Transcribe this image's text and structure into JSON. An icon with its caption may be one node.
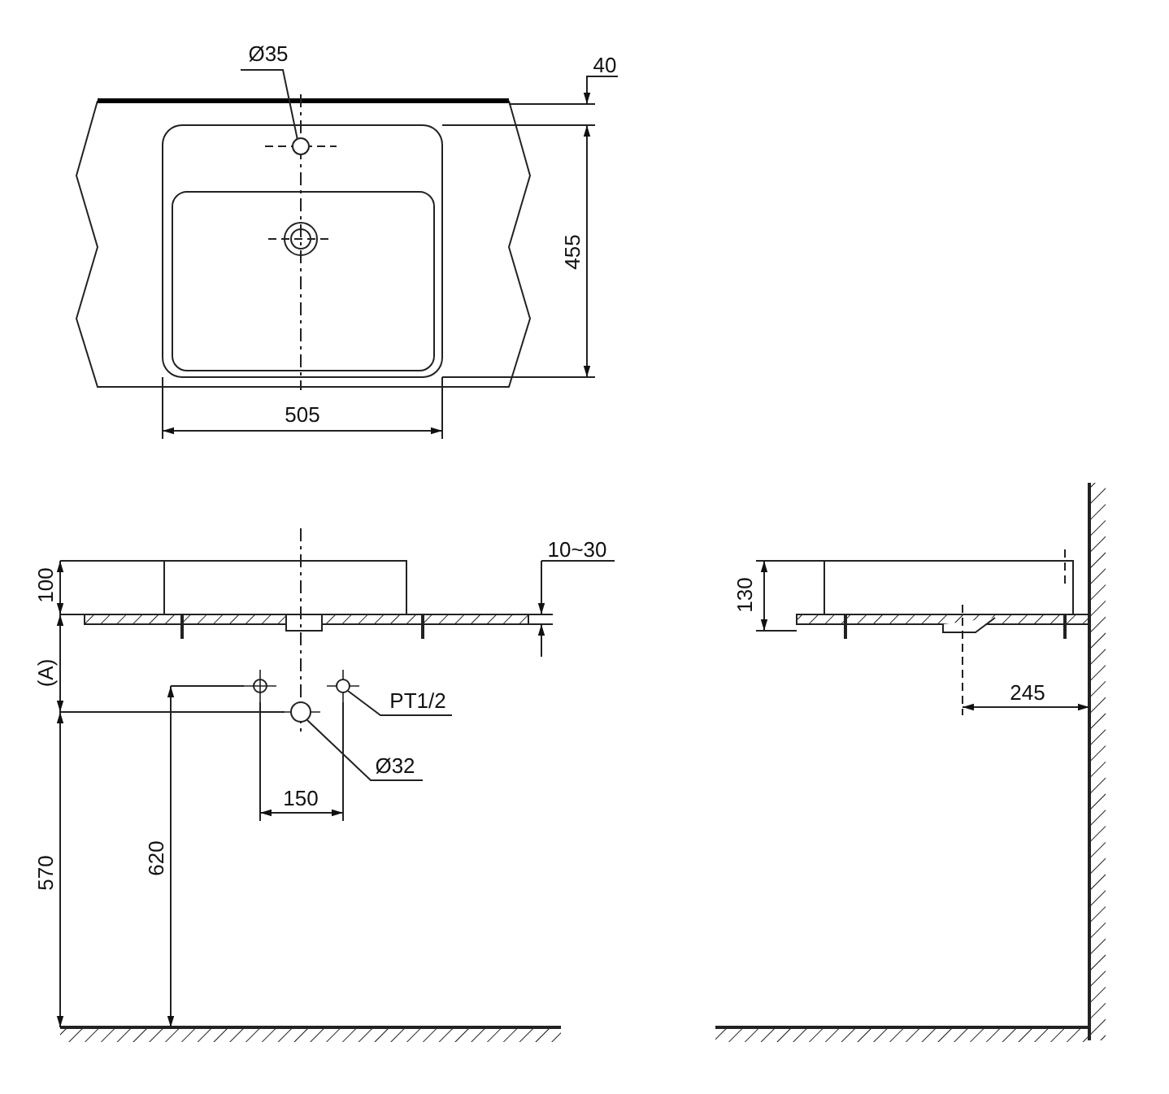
{
  "diagram": {
    "nodes": [
      {
        "text": [
          "Ø35"
        ]
      },
      {
        "text": [],
        "shape": "circle"
      },
      {
        "text": [
          "PT1/2"
        ]
      },
      {
        "text": [],
        "shape": "circle"
      },
      {
        "text": [
          "Ø32"
        ]
      },
      {
        "text": [],
        "shape": "circle"
      }
    ],
    "edges": [
      {
        "from": 0,
        "to": 1,
        "arrow": "none"
      },
      {
        "from": 2,
        "to": 3,
        "arrow": "none"
      },
      {
        "from": 4,
        "to": 5,
        "arrow": "none"
      }
    ],
    "labels": [
      "40",
      "455",
      "505",
      "100",
      "10~30",
      "(A)",
      "150",
      "620",
      "570",
      "130",
      "245"
    ]
  }
}
